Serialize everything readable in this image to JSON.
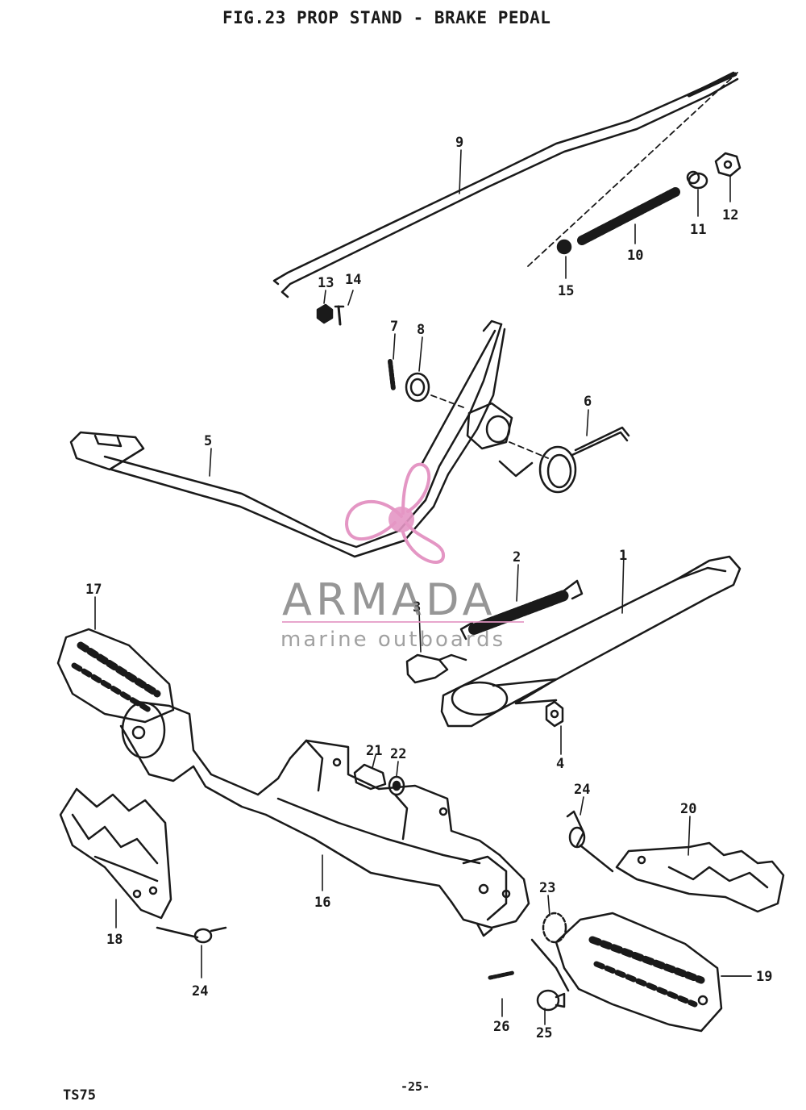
{
  "header": {
    "title": "FIG.23 PROP STAND - BRAKE PEDAL"
  },
  "footer": {
    "model": "TS75",
    "page": "-25-"
  },
  "watermark": {
    "name": "ARMADA",
    "tagline": "marine outboards",
    "accent_color": "#e496c4"
  },
  "part_labels": {
    "p1": "1",
    "p2": "2",
    "p3": "3",
    "p4": "4",
    "p5": "5",
    "p6": "6",
    "p7": "7",
    "p8": "8",
    "p9": "9",
    "p10": "10",
    "p11": "11",
    "p12": "12",
    "p13": "13",
    "p14": "14",
    "p15": "15",
    "p16": "16",
    "p17": "17",
    "p18": "18",
    "p19": "19",
    "p20": "20",
    "p21": "21",
    "p22": "22",
    "p23": "23",
    "p24a": "24",
    "p24b": "24",
    "p25": "25",
    "p26": "26"
  }
}
